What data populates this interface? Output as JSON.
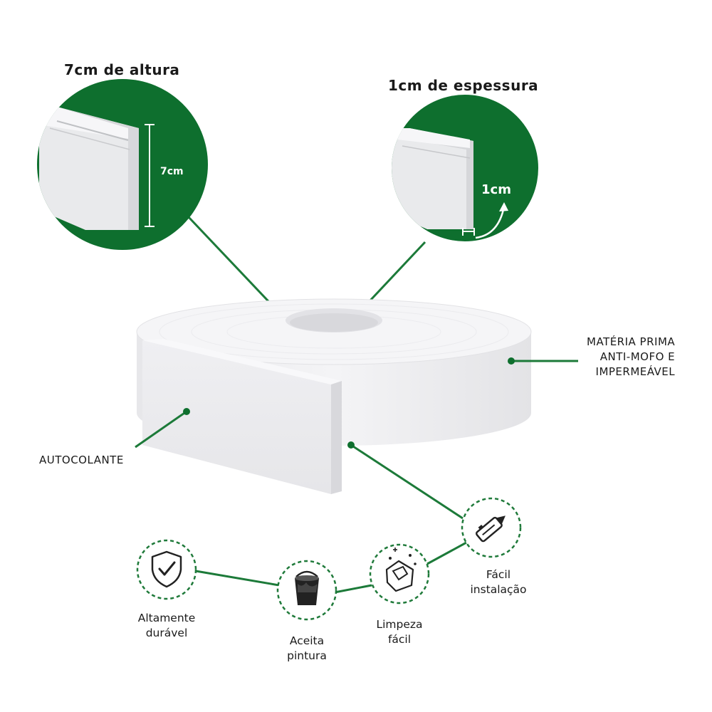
{
  "colors": {
    "brand_green": "#0e6f2e",
    "line_green": "#1c7a39",
    "dash_green": "#1f7a3a",
    "tape_white": "#f1f1f3",
    "text": "#1a1a1a"
  },
  "detail_left": {
    "heading": "7cm de altura",
    "measure_label": "7cm"
  },
  "detail_right": {
    "heading": "1cm de espessura",
    "measure_label": "1cm"
  },
  "callouts": {
    "material": [
      "MATÉRIA PRIMA",
      "ANTI-MOFO E",
      "IMPERMEÁVEL"
    ],
    "adhesive": "AUTOCOLANTE"
  },
  "features": [
    {
      "icon": "shield-check-icon",
      "lines": [
        "Altamente",
        "durável"
      ]
    },
    {
      "icon": "paint-bucket-icon",
      "lines": [
        "Aceita",
        "pintura"
      ]
    },
    {
      "icon": "cleaning-hand-icon",
      "lines": [
        "Limpeza",
        "fácil"
      ]
    },
    {
      "icon": "utility-knife-icon",
      "lines": [
        "Fácil",
        "instalação"
      ]
    }
  ]
}
